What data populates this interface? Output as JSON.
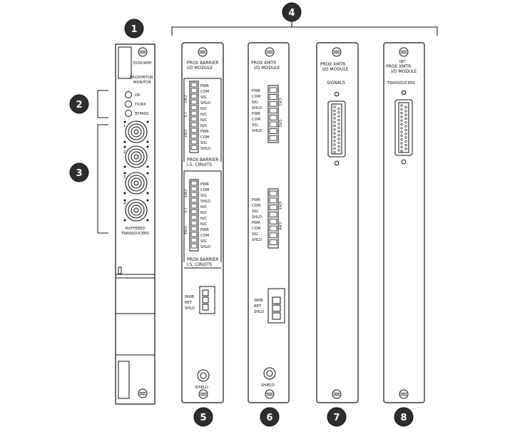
{
  "callouts": [
    "1",
    "2",
    "3",
    "4",
    "5",
    "6",
    "7",
    "8"
  ],
  "monitor": {
    "model": "3500/40M",
    "title_line1": "PROXIMITOR",
    "title_line2": "MONITOR",
    "leds": [
      "OK",
      "TX/RX",
      "BYPASS"
    ],
    "connector_numbers": [
      "1",
      "2",
      "3",
      "4"
    ],
    "footer_line1": "BUFFERED",
    "footer_line2": "TRANSDUCERS"
  },
  "barrier_module": {
    "title_line1": "PROX BARRIER",
    "title_line2": "I/O MODULE",
    "ch12_labels": [
      "PWR",
      "COM",
      "SIG",
      "SHLD",
      "N/C",
      "N/C",
      "N/C",
      "N/C",
      "PWR",
      "COM",
      "SIG",
      "SHLD"
    ],
    "ch12_side": [
      "CH1",
      "I.S.",
      "CH2"
    ],
    "section_caption_line1": "PROX BARRIER",
    "section_caption_line2": "I.S. CIRUITS",
    "ch34_labels": [
      "PWR",
      "COM",
      "SIG",
      "SHLD",
      "N/C",
      "N/C",
      "N/C",
      "N/C",
      "PWR",
      "COM",
      "SIG",
      "SHLD"
    ],
    "ch34_side": [
      "CH3",
      "I.S.",
      "CH4"
    ],
    "bottom_caption_line1": "PROX BARRIER",
    "bottom_caption_line2": "I.S. CIRUITS",
    "inhibit_labels": [
      "INHB",
      "RET",
      "SHLD"
    ],
    "shield_label": "SHIELD"
  },
  "xmtr_module": {
    "title_line1": "PROX XMTR",
    "title_line2": "I/O MODULE",
    "ch12_labels": [
      "PWR",
      "COM",
      "SIG",
      "SHLD",
      "PWR",
      "COM",
      "SIG",
      "SHLD"
    ],
    "ch12_side": [
      "CH1",
      "CH2"
    ],
    "ch34_labels": [
      "PWR",
      "COM",
      "SIG",
      "SHLD",
      "PWR",
      "COM",
      "SIG",
      "SHLD"
    ],
    "ch34_side": [
      "CH3",
      "CH4"
    ],
    "inhibit_labels": [
      "INHB",
      "RET",
      "SHLD"
    ],
    "shield_label": "SHIELD"
  },
  "signals_module": {
    "title_line1": "PROX XMTR",
    "title_line2": "I/O MODULE",
    "label": "SIGNALS"
  },
  "transducers_module": {
    "title_line0": "INT",
    "title_line1": "PROX XMTR",
    "title_line2": "I/O MODULE",
    "label": "TRANSDUCERS"
  }
}
